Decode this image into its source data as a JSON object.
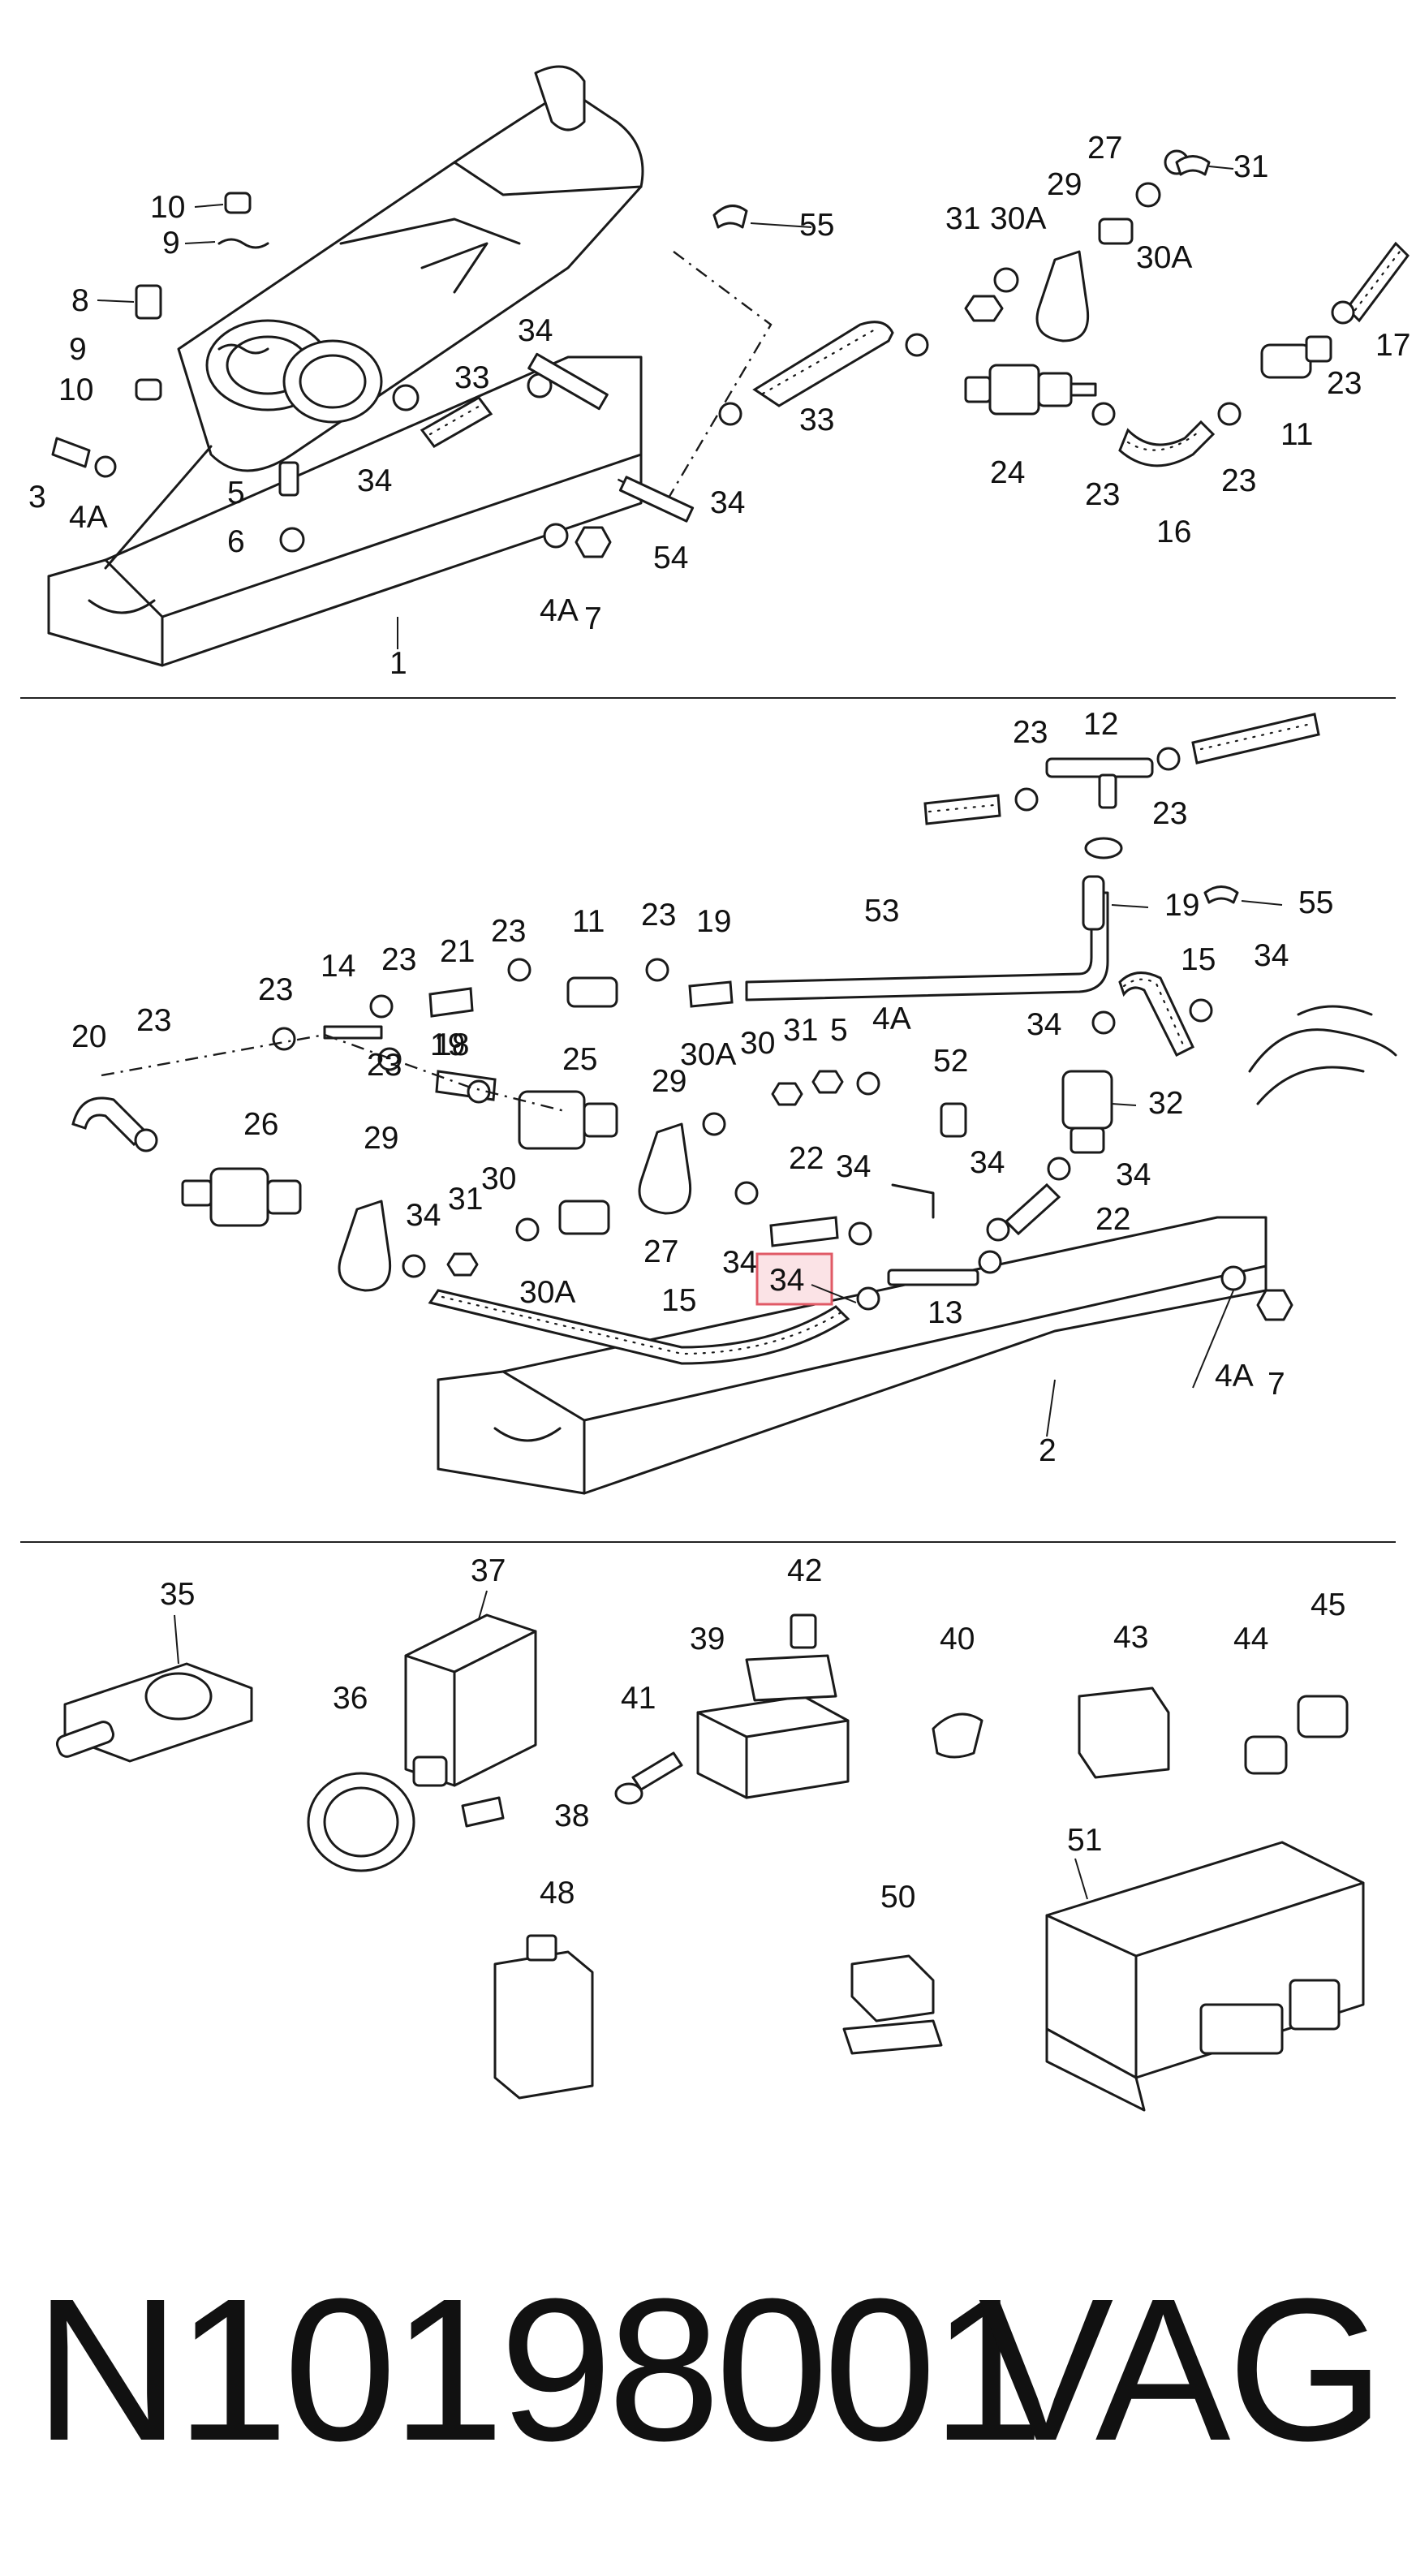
{
  "diagram": {
    "highlight_color": "#e05a66",
    "highlight_fill": "#fbe3e6",
    "highlighted_label": "34",
    "callouts": [
      "10",
      "9",
      "8",
      "9",
      "10",
      "3",
      "4A",
      "5",
      "6",
      "1",
      "34",
      "33",
      "34",
      "33",
      "34",
      "54",
      "4A",
      "7",
      "55",
      "31",
      "30A",
      "29",
      "27",
      "31",
      "30A",
      "17",
      "11",
      "23",
      "24",
      "23",
      "16",
      "23",
      "23",
      "12",
      "23",
      "19",
      "55",
      "53",
      "19",
      "15",
      "34",
      "34",
      "32",
      "34",
      "22",
      "20",
      "23",
      "23",
      "14",
      "23",
      "21",
      "23",
      "11",
      "23",
      "19",
      "18",
      "25",
      "23",
      "30A",
      "30",
      "31",
      "5",
      "4A",
      "52",
      "29",
      "26",
      "29",
      "34",
      "31",
      "30",
      "30A",
      "27",
      "22",
      "34",
      "34",
      "34",
      "15",
      "13",
      "4A",
      "7",
      "2",
      "35",
      "37",
      "42",
      "39",
      "40",
      "43",
      "44",
      "45",
      "36",
      "41",
      "38",
      "48",
      "50",
      "51"
    ]
  },
  "footer": {
    "part_number": "N10198001",
    "brand": "VAG"
  }
}
